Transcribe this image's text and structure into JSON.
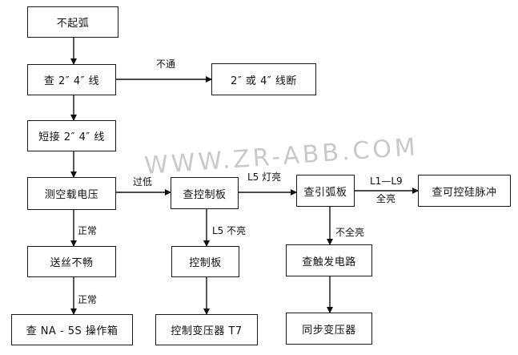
{
  "nodes": {
    "no_arc": "不起弧",
    "check_lines": "查 2″ 4″ 线",
    "line_broken": "2″ 或 4″ 线断",
    "short_lines": "短接 2″ 4″ 线",
    "measure_voltage": "测空载电压",
    "feed_wire": "送丝不畅",
    "check_box": "查 NA - 5S 操作箱",
    "check_control_board": "查控制板",
    "control_board": "控制板",
    "control_transformer": "控制变压器 T7",
    "check_arc_board": "查引弧板",
    "check_trigger": "查触发电路",
    "sync_transformer": "同步变压器",
    "check_scr_pulse": "查可控硅脉冲"
  },
  "edge_labels": {
    "not_connected": "不通",
    "too_low": "过低",
    "normal_1": "正常",
    "normal_2": "正常",
    "l5_on": "L5 灯亮",
    "l5_off": "L5 不亮",
    "l1_l9": "L1—L9",
    "all_on": "全亮",
    "not_all_on": "不全亮"
  },
  "watermark": "WWW.ZR-ABB.COM"
}
